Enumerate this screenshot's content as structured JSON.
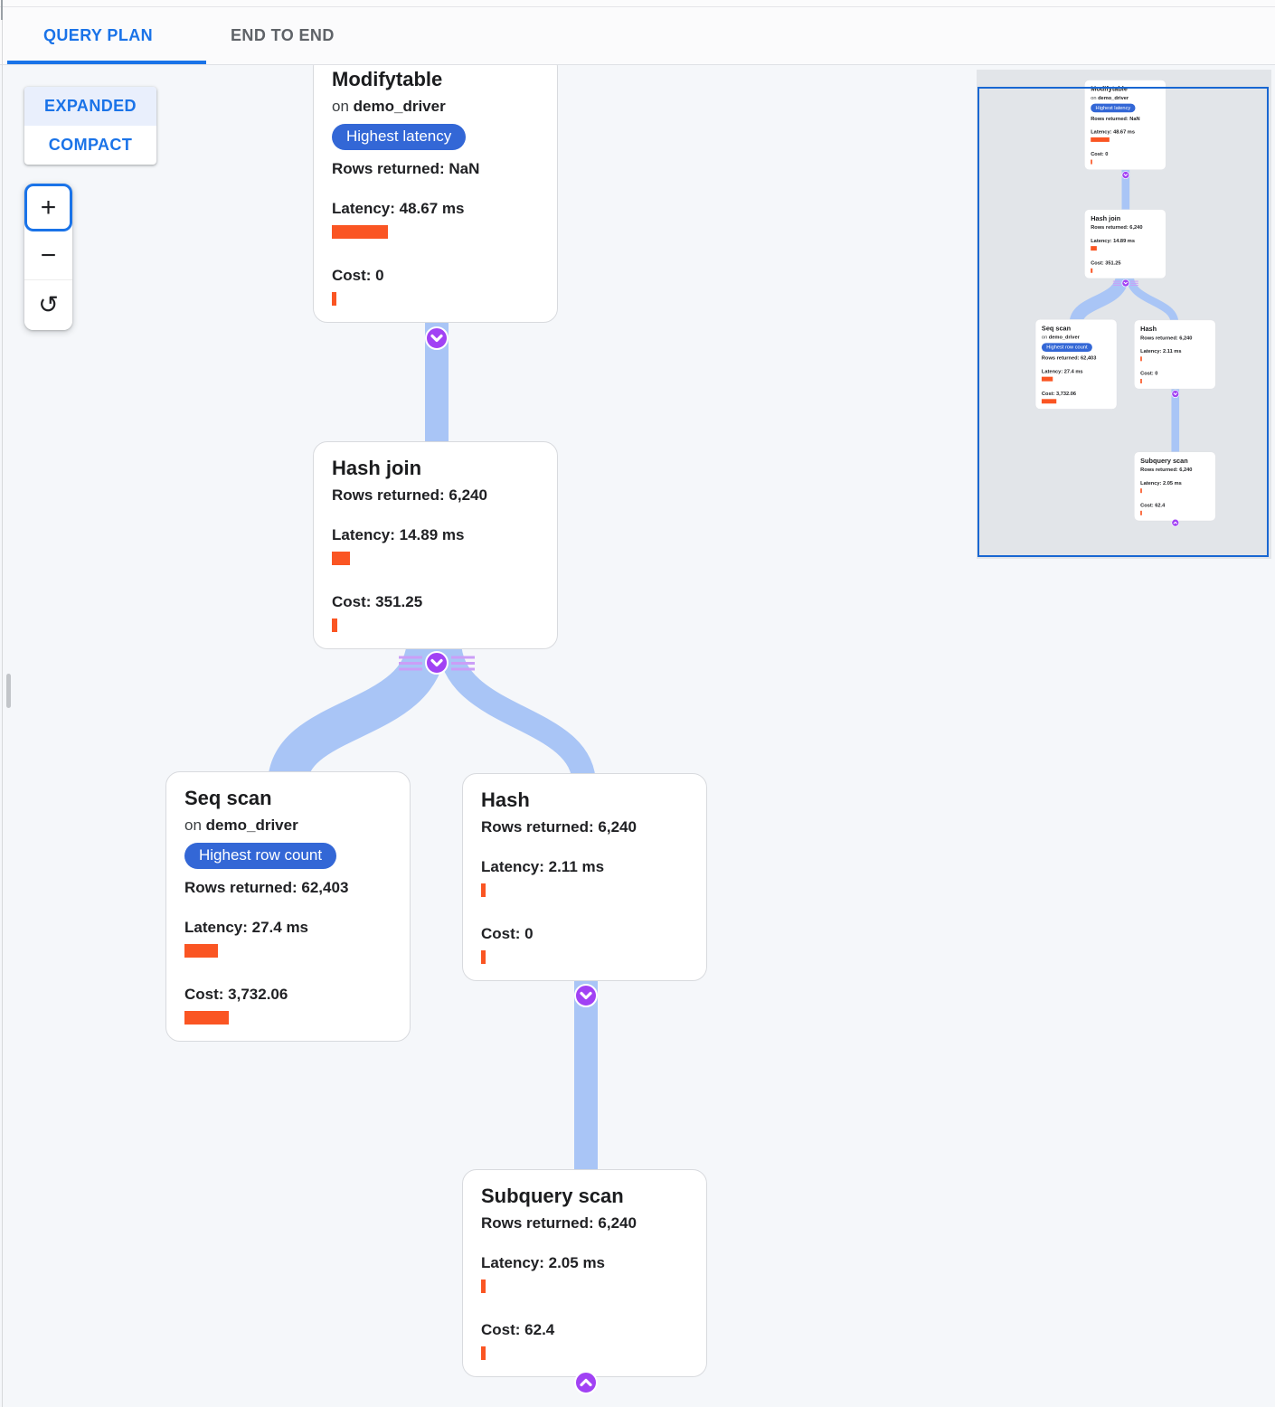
{
  "tabs": {
    "query_plan": "QUERY PLAN",
    "end_to_end": "END TO END",
    "active": "QUERY PLAN"
  },
  "view_toggle": {
    "expanded": "EXPANDED",
    "compact": "COMPACT",
    "active": "EXPANDED"
  },
  "zoom_controls": {
    "zoom_in_label": "+",
    "zoom_out_label": "−",
    "reset_icon": "↺"
  },
  "nodes": {
    "modifytable": {
      "title": "Modifytable",
      "on_prefix": "on",
      "table": "demo_driver",
      "badge": "Highest latency",
      "rows": "Rows returned: NaN",
      "latency": "Latency: 48.67 ms",
      "latency_bar": 62,
      "cost": "Cost: 0",
      "cost_bar": 5
    },
    "hash_join": {
      "title": "Hash join",
      "rows": "Rows returned: 6,240",
      "latency": "Latency: 14.89 ms",
      "latency_bar": 20,
      "cost": "Cost: 351.25",
      "cost_bar": 6
    },
    "seq_scan": {
      "title": "Seq scan",
      "on_prefix": "on",
      "table": "demo_driver",
      "badge": "Highest row count",
      "rows": "Rows returned: 62,403",
      "latency": "Latency: 27.4 ms",
      "latency_bar": 37,
      "cost": "Cost: 3,732.06",
      "cost_bar": 49
    },
    "hash": {
      "title": "Hash",
      "rows": "Rows returned: 6,240",
      "latency": "Latency: 2.11 ms",
      "latency_bar": 5,
      "cost": "Cost: 0",
      "cost_bar": 5
    },
    "subquery_scan": {
      "title": "Subquery scan",
      "rows": "Rows returned: 6,240",
      "latency": "Latency: 2.05 ms",
      "latency_bar": 5,
      "cost": "Cost: 62.4",
      "cost_bar": 5
    }
  },
  "icons": {
    "collapse": "chevron-down-icon",
    "expand": "chevron-up-icon",
    "reset_zoom": "rotate-counterclockwise-icon"
  },
  "colors": {
    "tab_active_blue": "#1a73e8",
    "badge_blue": "#3367d6",
    "bar_orange": "#fa5523",
    "edge_blue": "#a9c5f6",
    "connector_purple": "#a142f4",
    "collapse_lines_purple": "#cb9ef7",
    "viewport_border_blue": "#1967d2",
    "minimap_bg": "#e2e5e9"
  }
}
